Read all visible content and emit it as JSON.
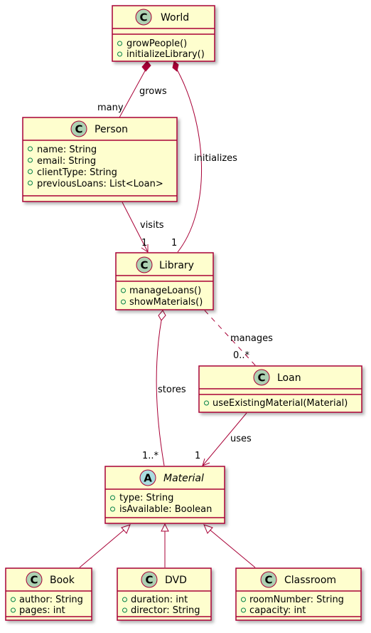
{
  "classes": {
    "world": {
      "stereotype": "C",
      "name": "World",
      "members": [
        "growPeople()",
        "initializeLibrary()"
      ]
    },
    "person": {
      "stereotype": "C",
      "name": "Person",
      "members": [
        "name: String",
        "email: String",
        "clientType: String",
        "previousLoans: List<Loan>"
      ]
    },
    "library": {
      "stereotype": "C",
      "name": "Library",
      "members": [
        "manageLoans()",
        "showMaterials()"
      ]
    },
    "loan": {
      "stereotype": "C",
      "name": "Loan",
      "members": [
        "useExistingMaterial(Material)"
      ]
    },
    "material": {
      "stereotype": "A",
      "name": "Material",
      "members": [
        "type: String",
        "isAvailable: Boolean"
      ]
    },
    "book": {
      "stereotype": "C",
      "name": "Book",
      "members": [
        "author: String",
        "pages: int"
      ]
    },
    "dvd": {
      "stereotype": "C",
      "name": "DVD",
      "members": [
        "duration: int",
        "director: String"
      ]
    },
    "classroom": {
      "stereotype": "C",
      "name": "Classroom",
      "members": [
        "roomNumber: String",
        "capacity: int"
      ]
    }
  },
  "relations": {
    "grows": {
      "label": "grows",
      "target_mult": "many"
    },
    "initializes": {
      "label": "initializes",
      "target_mult": "1"
    },
    "visits": {
      "label": "visits",
      "target_mult": "1"
    },
    "manages": {
      "label": "manages",
      "target_mult": "0..*"
    },
    "stores": {
      "label": "stores",
      "target_mult": "1..*"
    },
    "uses": {
      "label": "uses",
      "target_mult": "1"
    }
  },
  "colors": {
    "border": "#A80036",
    "fill": "#FEFECE",
    "class_circle": "#ADD1B2",
    "abstract_circle": "#A9DCDF"
  }
}
